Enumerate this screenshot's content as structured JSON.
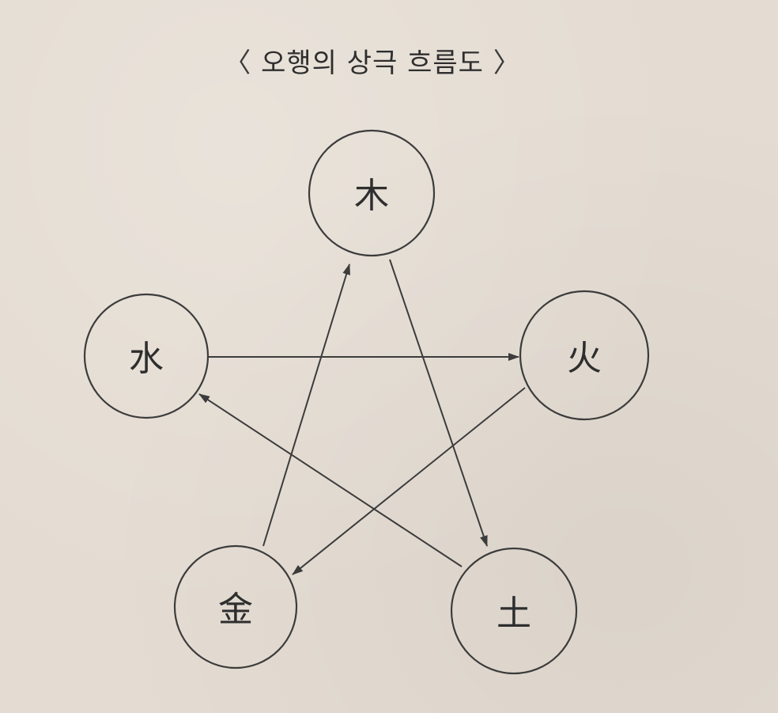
{
  "title": {
    "open": "〈",
    "text": "오행의 상극 흐름도",
    "close": "〉"
  },
  "nodes": {
    "wood": "木",
    "fire": "火",
    "earth": "土",
    "metal": "金",
    "water": "水"
  },
  "edges": [
    {
      "from": "wood",
      "to": "earth"
    },
    {
      "from": "earth",
      "to": "water"
    },
    {
      "from": "water",
      "to": "fire"
    },
    {
      "from": "fire",
      "to": "metal"
    },
    {
      "from": "metal",
      "to": "wood"
    }
  ],
  "colors": {
    "background": "#e4dcd2",
    "ink": "#3c3c3c"
  }
}
